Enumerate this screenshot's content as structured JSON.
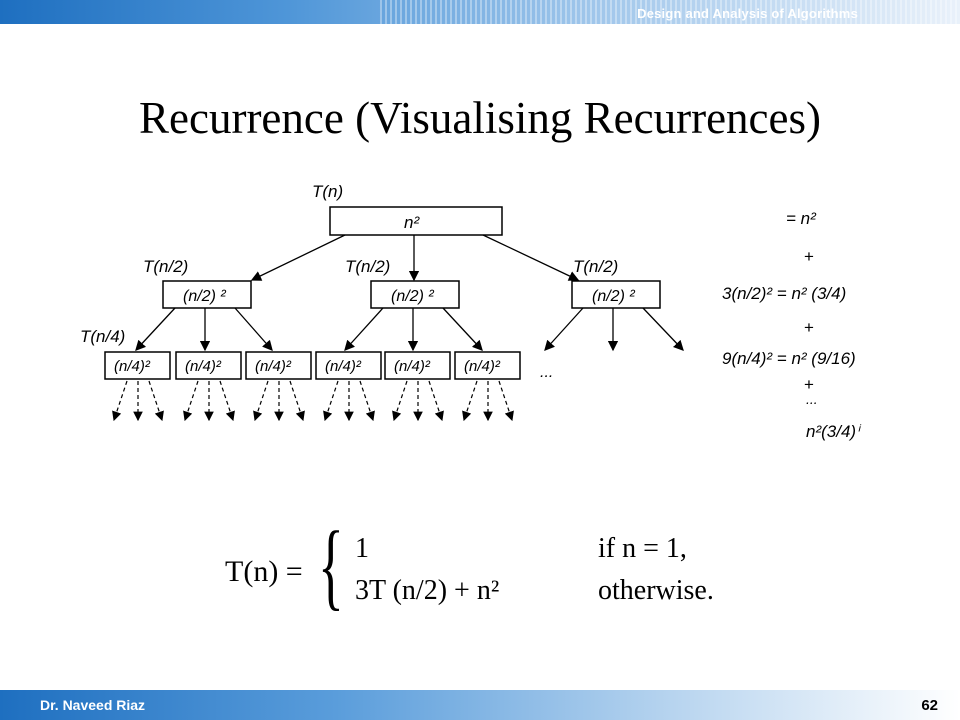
{
  "header": {
    "course": "Design and Analysis of Algorithms"
  },
  "slide": {
    "title": "Recurrence (Visualising Recurrences)"
  },
  "tree": {
    "root_label": "T(n)",
    "root_box": "n²",
    "level1_label": "T(n/2)",
    "level1_box": "(n/2) ²",
    "level2_label": "T(n/4)",
    "level2_box": "(n/4)²",
    "ellipsis": "..."
  },
  "sums": {
    "row0": "= n²",
    "plus1": "+",
    "row1": "3(n/2)² = n² (3/4)",
    "plus2": "+",
    "row2": "9(n/4)² = n² (9/16)",
    "plus3": "+",
    "dots": "...",
    "row3": "n²(3/4)ⁱ"
  },
  "equation": {
    "lhs": "T(n) = ",
    "case1_value": "1",
    "case2_value": "3T (n/2) + n²",
    "case1_condition": "if n = 1,",
    "case2_condition": "otherwise."
  },
  "footer": {
    "author": "Dr. Naveed Riaz",
    "page": "62"
  }
}
